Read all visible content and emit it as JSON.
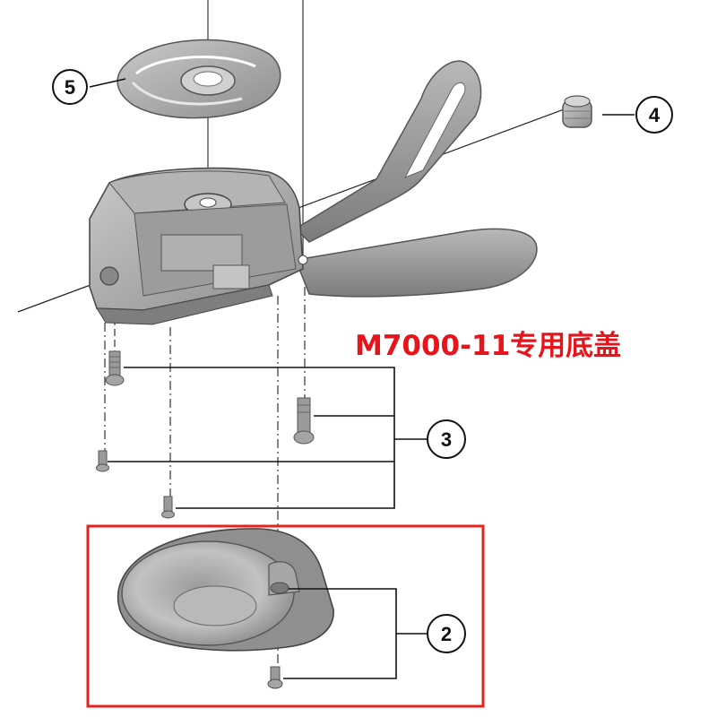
{
  "callouts": {
    "part_2": "2",
    "part_3": "3",
    "part_4": "4",
    "part_5": "5"
  },
  "caption": "M7000-11专用底盖",
  "colors": {
    "caption_red": "#e8141b",
    "highlight_box_red": "#e5231c",
    "part_gray": "#a9a9a9",
    "part_dark": "#6f6f6f",
    "line_black": "#1a1a1a"
  }
}
